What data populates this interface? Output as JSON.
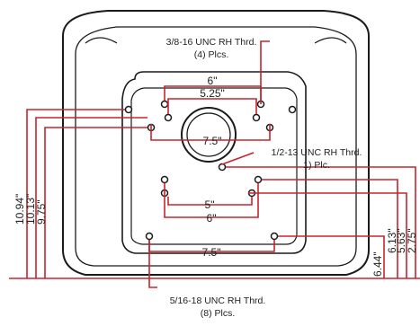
{
  "diagram": {
    "callouts": {
      "top": {
        "line1": "3/8-16 UNC RH Thrd.",
        "line2": "(4) Plcs."
      },
      "middle": {
        "line1": "1/2-13 UNC RH Thrd.",
        "line2": "1) Plc."
      },
      "bottom": {
        "line1": "5/16-18 UNC RH Thrd.",
        "line2": "(8) Plcs."
      }
    },
    "horizontal_dims": [
      "6\"",
      "5.25\"",
      "7.5\"",
      "5\"",
      "6\"",
      "7.5\""
    ],
    "left_vertical_dims": [
      "10.94\"",
      "10.13\"",
      "9.75\""
    ],
    "right_vertical_dims": [
      "6.44\"",
      "6.13\"",
      "5.63\"",
      "2.75\""
    ],
    "colors": {
      "dimension": "#c6252b",
      "outline": "#1a1a1a"
    }
  }
}
